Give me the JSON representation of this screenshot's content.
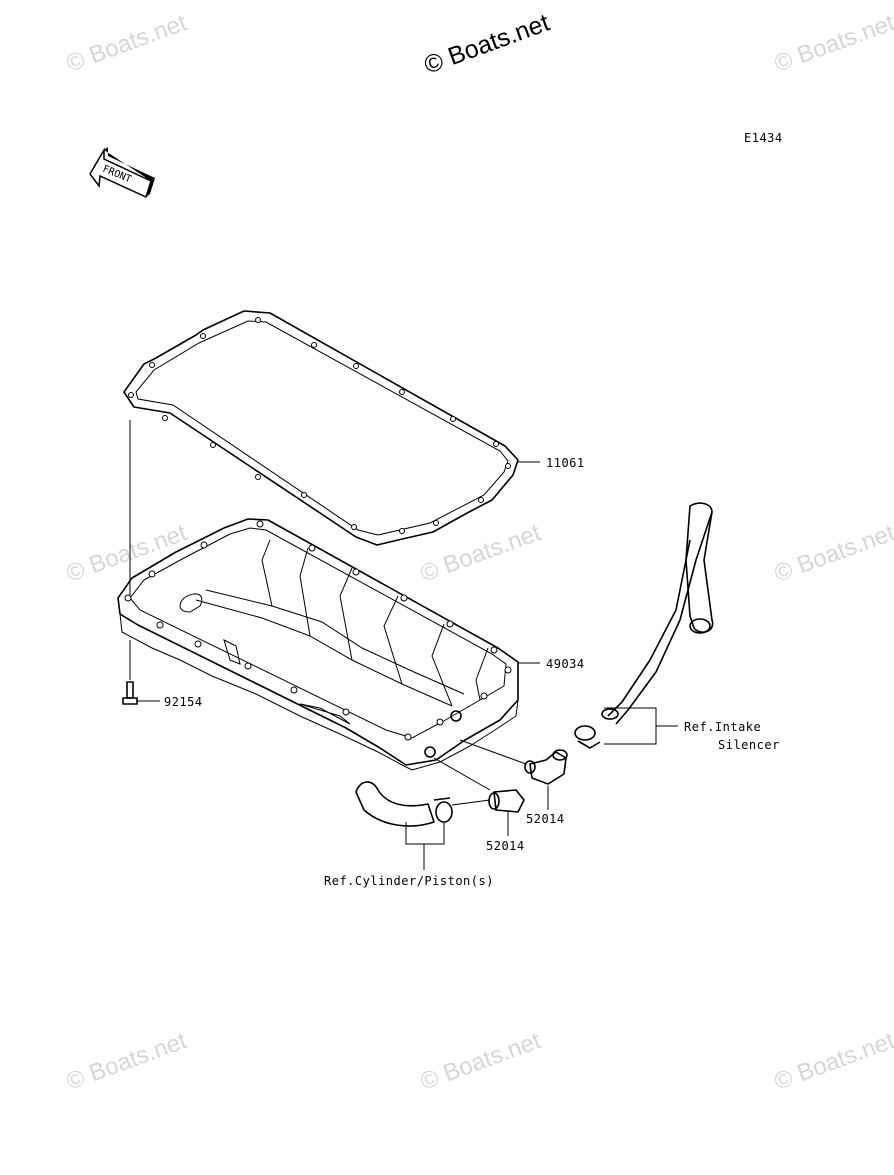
{
  "diagram_code": "E1434",
  "watermark_main": "© Boats.net",
  "watermark_repeat": "© Boats.net",
  "front_label": "FRONT",
  "parts": {
    "gasket": "11061",
    "oil_pan": "49034",
    "bolt": "92154",
    "fitting_upper": "52014",
    "fitting_lower": "52014"
  },
  "references": {
    "intake_line1": "Ref.Intake",
    "intake_line2": "Silencer",
    "cylinder": "Ref.Cylinder/Piston(s)"
  }
}
